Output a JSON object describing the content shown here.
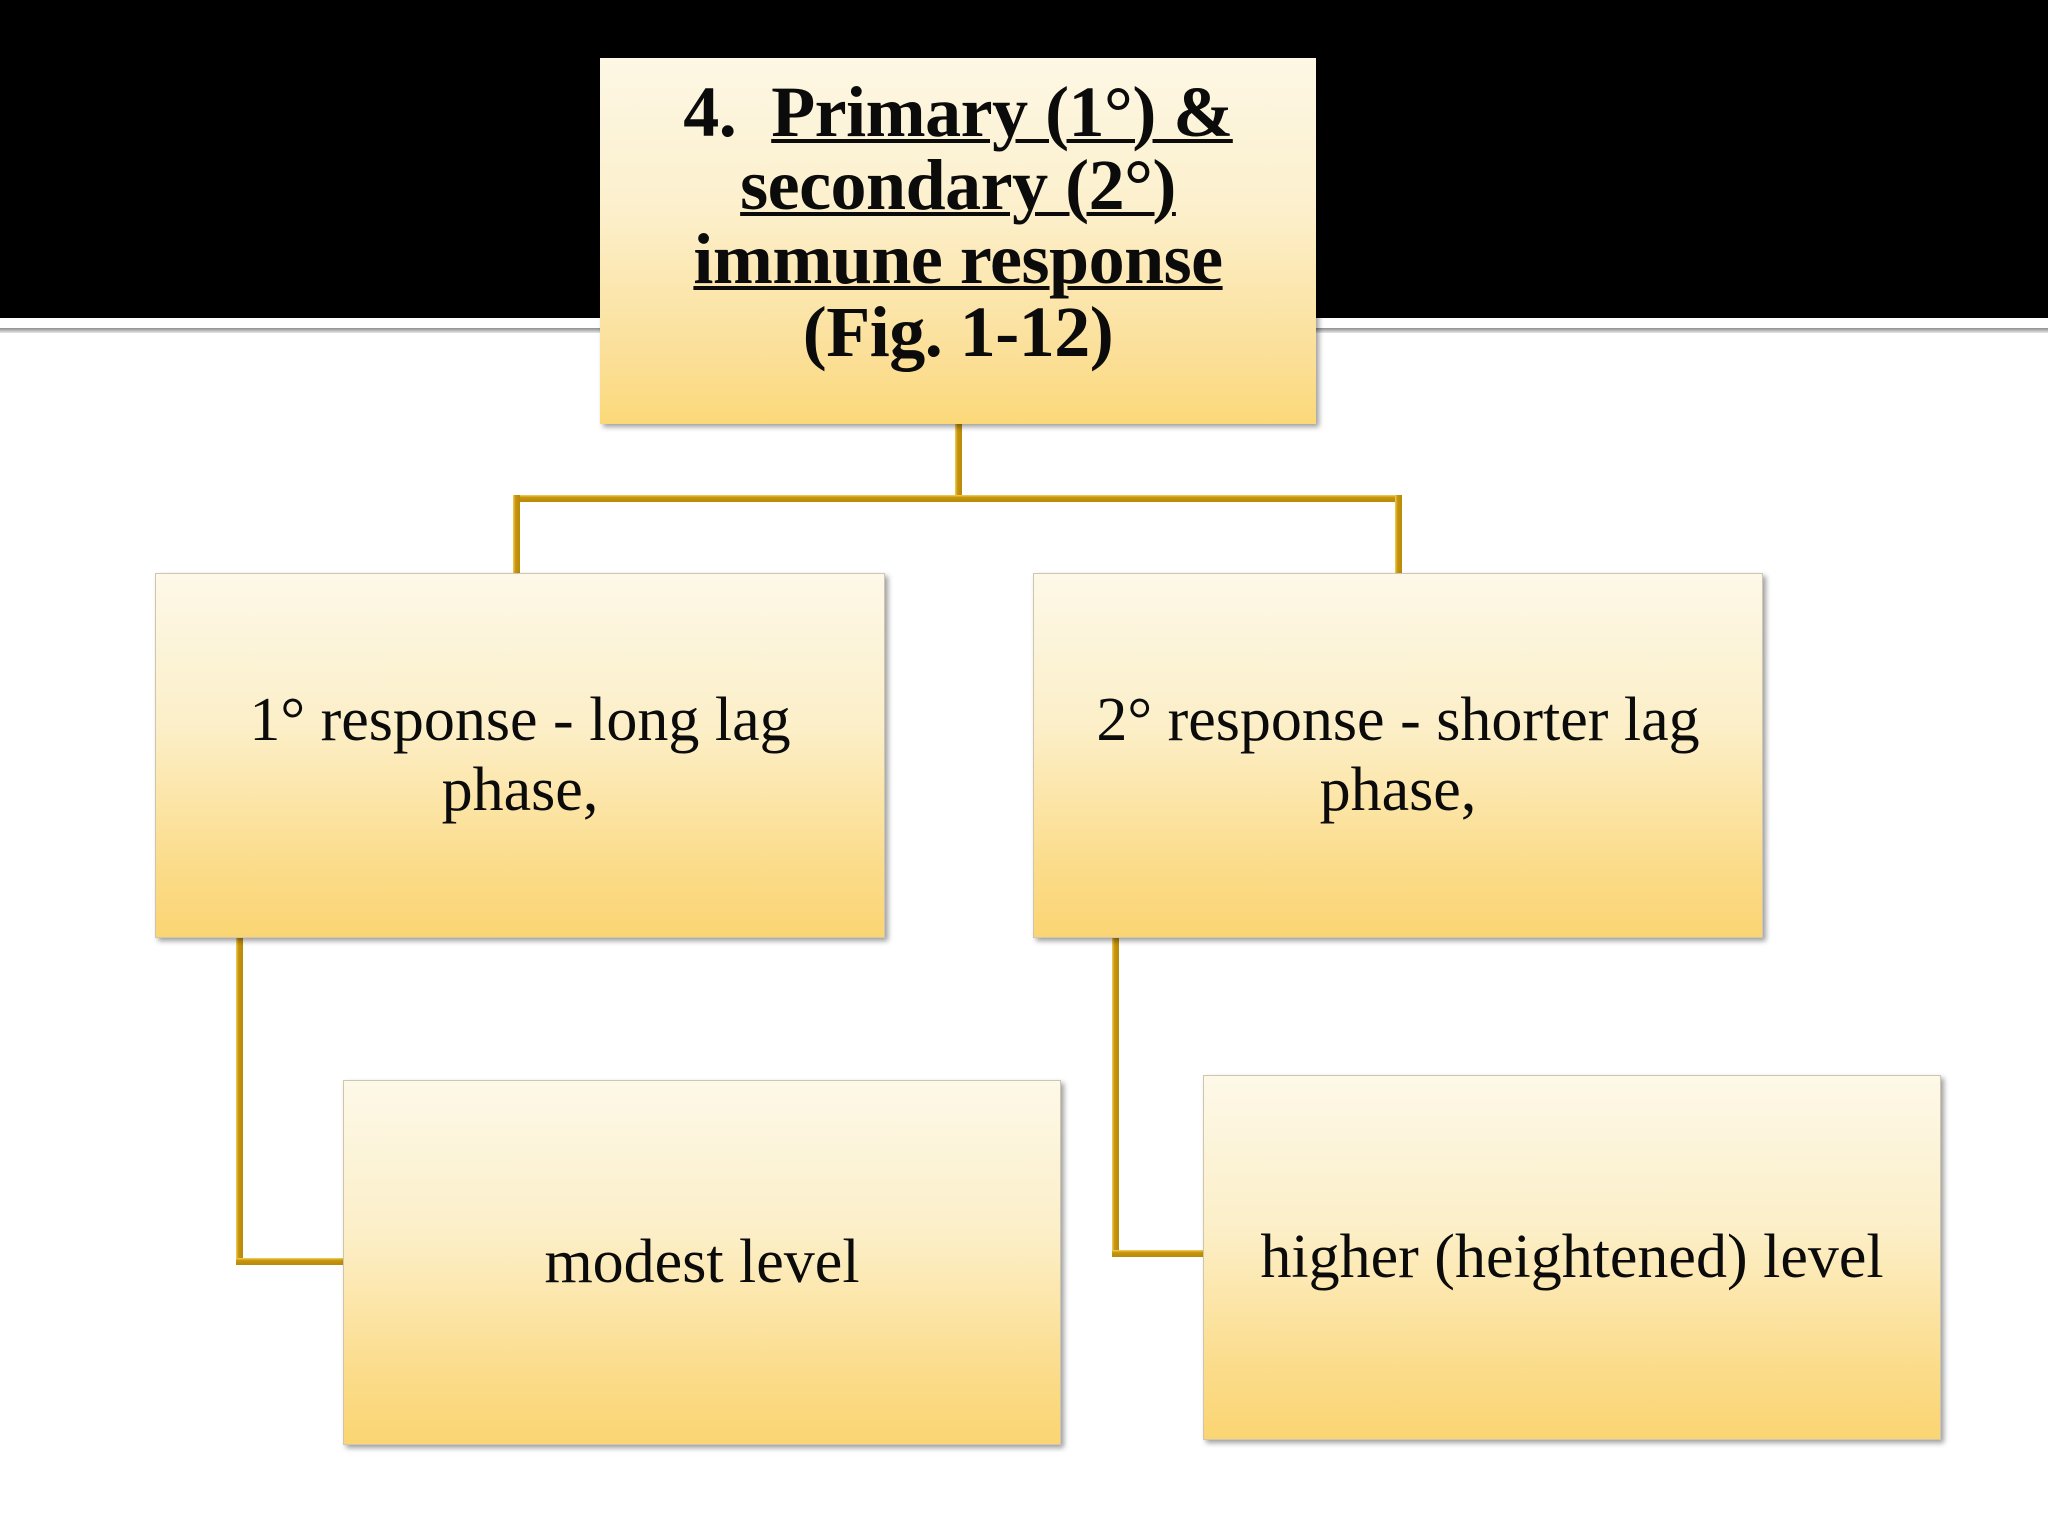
{
  "slide": {
    "background_color": "#ffffff",
    "header_band_color": "#000000",
    "box_fill_top": "#fdf8e8",
    "box_fill_bottom": "#fbd573",
    "connector_color": "#c8960c",
    "text_color": "#0b0b0b"
  },
  "diagram": {
    "type": "hierarchy-flowchart",
    "title_node": {
      "number": "4.",
      "line1": "Primary (1°) &",
      "line2": "secondary (2°)",
      "line3": "immune response",
      "line4": "(Fig. 1-12)",
      "underlined_lines": [
        "line1",
        "line2",
        "line3"
      ]
    },
    "children": [
      {
        "id": "primary",
        "label": "1° response - long lag phase,",
        "child": {
          "id": "modest",
          "label": "modest level"
        }
      },
      {
        "id": "secondary",
        "label": "2° response - shorter lag phase,",
        "child": {
          "id": "higher",
          "label": "higher (heightened) level"
        }
      }
    ]
  }
}
